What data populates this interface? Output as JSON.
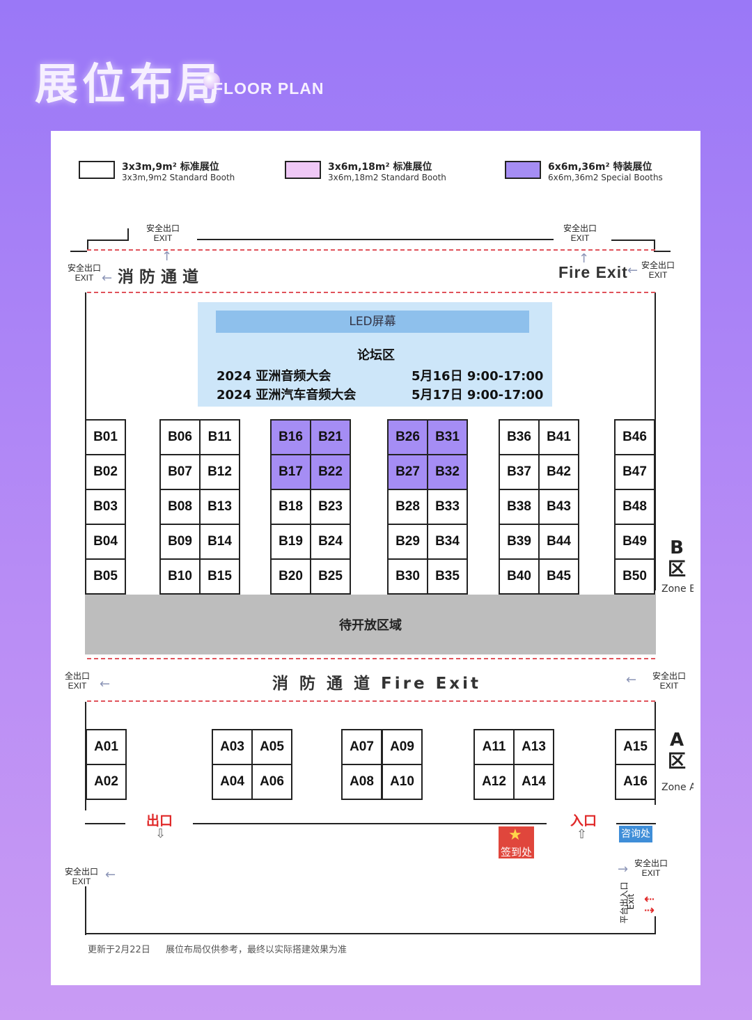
{
  "header": {
    "title_cn": "展位布局",
    "title_en": "FLOOR PLAN"
  },
  "legend": [
    {
      "cn": "3x3m,9m² 标准展位",
      "en": "3x3m,9m2 Standard Booth",
      "color": "#ffffff"
    },
    {
      "cn": "3x6m,18m² 标准展位",
      "en": "3x6m,18m2 Standard Booth",
      "color": "#efc8f6"
    },
    {
      "cn": "6x6m,36m² 特装展位",
      "en": "6x6m,36m2 Special Booths",
      "color": "#a58df4"
    }
  ],
  "exits": {
    "cn": "安全出口",
    "en": "EXIT",
    "left_cut": "全出口"
  },
  "lanes": {
    "top_cn": "消防通道",
    "top_en": "Fire Exit",
    "mid": "消 防 通 道 Fire Exit"
  },
  "forum": {
    "led": "LED屏幕",
    "title": "论坛区",
    "events": [
      {
        "name": "2024 亚洲音频大会",
        "time": "5月16日 9:00-17:00"
      },
      {
        "name": "2024 亚洲汽车音频大会",
        "time": "5月17日 9:00-17:00"
      }
    ]
  },
  "booths_b": {
    "col1": [
      "B01",
      "B02",
      "B03",
      "B04",
      "B05"
    ],
    "col2": [
      "B06",
      "B07",
      "B08",
      "B09",
      "B10"
    ],
    "col3": [
      "B11",
      "B12",
      "B13",
      "B14",
      "B15"
    ],
    "col4": [
      "B16",
      "B17",
      "B18",
      "B19",
      "B20"
    ],
    "col5": [
      "B21",
      "B22",
      "B23",
      "B24",
      "B25"
    ],
    "col6": [
      "B26",
      "B27",
      "B28",
      "B29",
      "B30"
    ],
    "col7": [
      "B31",
      "B32",
      "B33",
      "B34",
      "B35"
    ],
    "col8": [
      "B36",
      "B37",
      "B38",
      "B39",
      "B40"
    ],
    "col9": [
      "B41",
      "B42",
      "B43",
      "B44",
      "B45"
    ],
    "col10": [
      "B46",
      "B47",
      "B48",
      "B49",
      "B50"
    ]
  },
  "booths_a": {
    "col1": [
      "A01",
      "A02"
    ],
    "col2": [
      "A03",
      "A04"
    ],
    "col3": [
      "A05",
      "A06"
    ],
    "col4": [
      "A07",
      "A08"
    ],
    "col5": [
      "A09",
      "A10"
    ],
    "col6": [
      "A11",
      "A12"
    ],
    "col7": [
      "A13",
      "A14"
    ],
    "col8": [
      "A15",
      "A16"
    ]
  },
  "pending": "待开放区域",
  "zones": {
    "b_cn": "B\n区",
    "b_en": "Zone B",
    "a_cn": "A\n区",
    "a_en": "Zone A"
  },
  "markers": {
    "out": "出口",
    "in": "入口",
    "checkin": "签到处",
    "info": "咨询处",
    "platform_cn": "平台出入口",
    "platform_en": "Exit"
  },
  "footer": {
    "updated": "更新于2月22日",
    "note": "展位布局仅供参考，最终以实际搭建效果为准"
  },
  "colors": {
    "special": "#a58df4",
    "lane_line": "#e0525a",
    "pending": "#bdbdbd",
    "forum": "#cde6f9"
  }
}
